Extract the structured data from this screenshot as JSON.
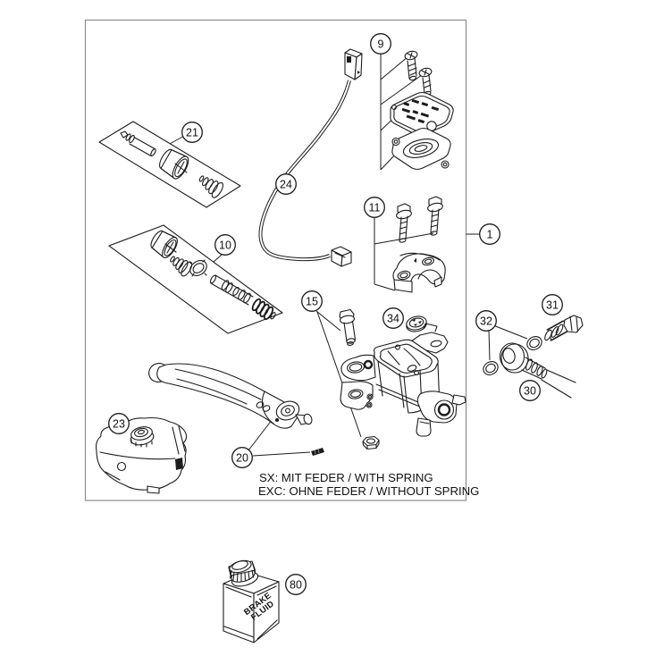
{
  "diagram": {
    "kind": "exploded-parts-diagram",
    "subject": "hand brake cylinder assembly",
    "notes": {
      "line1": "SX: MIT FEDER / WITH SPRING",
      "line2": "EXC: OHNE FEDER / WITHOUT SPRING"
    },
    "bottle": {
      "line1": "BRAKE",
      "line2": "FLUID"
    }
  },
  "callouts": {
    "c1": "1",
    "c9": "9",
    "c10": "10",
    "c11": "11",
    "c15": "15",
    "c20": "20",
    "c21": "21",
    "c23": "23",
    "c24": "24",
    "c30": "30",
    "c31": "31",
    "c32": "32",
    "c34": "34",
    "c80": "80"
  },
  "colors": {
    "line": "#1c1c1c",
    "frame_border": "#8c8c8c",
    "background": "#ffffff"
  }
}
